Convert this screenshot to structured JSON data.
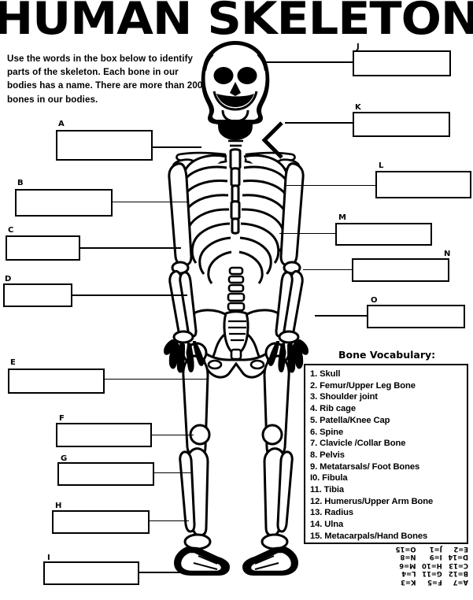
{
  "page": {
    "title": "HUMAN SKELETON",
    "instructions": "Use the words in the box below to identify parts of the skeleton. Each bone in our bodies has a name. There are more than 200 bones in our bodies."
  },
  "label_boxes": [
    {
      "id": "A",
      "letter": "A"
    },
    {
      "id": "B",
      "letter": "B"
    },
    {
      "id": "C",
      "letter": "C"
    },
    {
      "id": "D",
      "letter": "D"
    },
    {
      "id": "E",
      "letter": "E"
    },
    {
      "id": "F",
      "letter": "F"
    },
    {
      "id": "G",
      "letter": "G"
    },
    {
      "id": "H",
      "letter": "H"
    },
    {
      "id": "I",
      "letter": "I"
    },
    {
      "id": "J",
      "letter": "J"
    },
    {
      "id": "K",
      "letter": "K"
    },
    {
      "id": "L",
      "letter": "L"
    },
    {
      "id": "M",
      "letter": "M"
    },
    {
      "id": "N",
      "letter": "N"
    },
    {
      "id": "O",
      "letter": "O"
    }
  ],
  "vocabulary": {
    "title": "Bone Vocabulary:",
    "items": [
      "1. Skull",
      "2. Femur/Upper Leg Bone",
      "3. Shoulder joint",
      "4. Rib cage",
      "5. Patella/Knee Cap",
      "6. Spine",
      "7. Clavicle /Collar Bone",
      "8. Pelvis",
      "9. Metatarsals/ Foot Bones",
      "I0. Fibula",
      "11. Tibia",
      "12. Humerus/Upper Arm Bone",
      "13. Radius",
      "14. Ulna",
      "15. Metacarpals/Hand Bones"
    ]
  },
  "answer_key": {
    "rows": [
      [
        "A=7",
        "F=5",
        "K=3"
      ],
      [
        "B=12",
        "G=11",
        "L=4"
      ],
      [
        "C=13",
        "H=10",
        "M=6"
      ],
      [
        "D=14",
        "I=9",
        "N=8"
      ],
      [
        "E=2",
        "J=1",
        "O=15"
      ]
    ]
  },
  "colors": {
    "ink": "#000000",
    "paper": "#ffffff"
  },
  "figure": {
    "name": "human-skeleton-diagram"
  }
}
